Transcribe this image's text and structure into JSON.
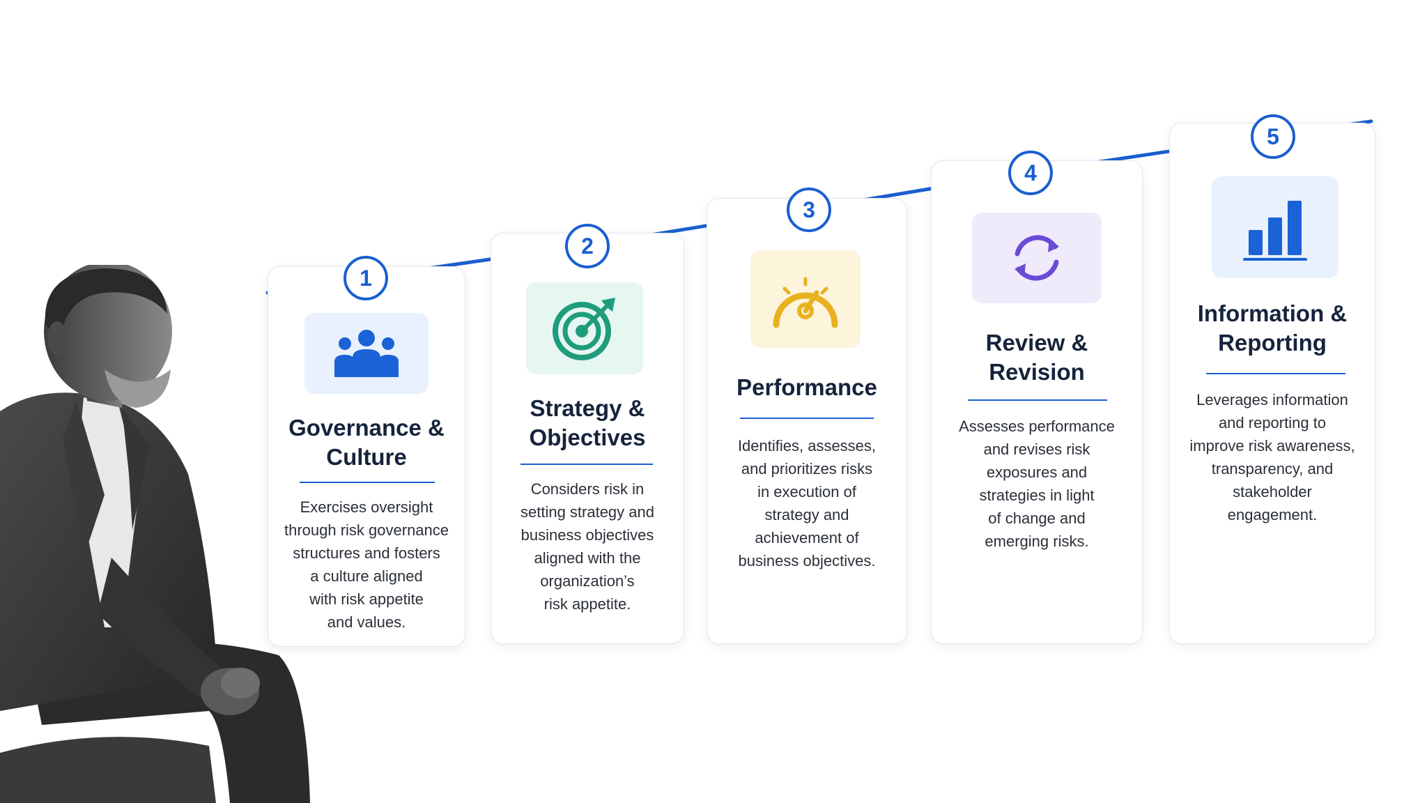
{
  "colors": {
    "accent": "#1a5fd0",
    "title": "#16233c",
    "text": "#2a2f38",
    "card_border": "#e3e6ec"
  },
  "steps": [
    {
      "number": "1",
      "title": "Governance &\nCulture",
      "description": "Exercises oversight\nthrough risk governance\nstructures and fosters\na culture aligned\nwith risk appetite\nand values.",
      "icon": "people-group-icon",
      "icon_color": "#1a62d6",
      "tile_color": "#e8f1fd"
    },
    {
      "number": "2",
      "title": "Strategy &\nObjectives",
      "description": "Considers risk in\nsetting strategy and\nbusiness objectives\naligned with the\norganization’s\nrisk appetite.",
      "icon": "target-arrow-icon",
      "icon_color": "#1f9c7c",
      "tile_color": "#e6f6f0"
    },
    {
      "number": "3",
      "title": "Performance",
      "description": "Identifies, assesses,\nand prioritizes risks\nin execution of\nstrategy and\nachievement of\nbusiness objectives.",
      "icon": "gauge-icon",
      "icon_color": "#e8b21e",
      "tile_color": "#fdf4dc"
    },
    {
      "number": "4",
      "title": "Review &\nRevision",
      "description": "Assesses performance\nand revises risk\nexposures and\nstrategies in light\nof change and\nemerging risks.",
      "icon": "refresh-cycle-icon",
      "icon_color": "#6a4bd6",
      "tile_color": "#efebfb"
    },
    {
      "number": "5",
      "title": "Information &\nReporting",
      "description": "Leverages information\nand reporting to\nimprove risk awareness,\ntransparency, and\nstakeholder\nengagement.",
      "icon": "bar-chart-icon",
      "icon_color": "#1a62d6",
      "tile_color": "#e8f1fd"
    }
  ]
}
